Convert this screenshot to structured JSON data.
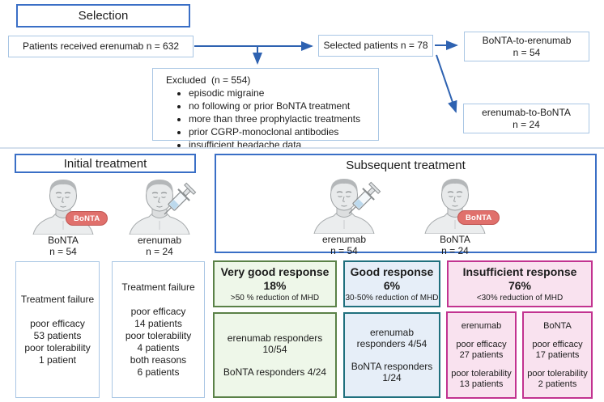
{
  "selection": {
    "title": "Selection",
    "patients_received": "Patients received erenumab n = 632",
    "selected": "Selected patients n = 78",
    "switch_groups": [
      {
        "line1": "BoNTA-to-erenumab",
        "line2": "n = 54"
      },
      {
        "line1": "erenumab-to-BoNTA",
        "line2": "n = 24"
      }
    ],
    "excluded": {
      "title": "Excluded  (n = 554)",
      "items": [
        "episodic migraine",
        "no following or prior BoNTA treatment",
        "more than three prophylactic treatments",
        "prior CGRP-monoclonal antibodies",
        "insufficient headache data"
      ]
    }
  },
  "initial": {
    "title": "Initial treatment",
    "groups": [
      {
        "icon": "patient-with-bonta-pill",
        "badge": "BoNTA",
        "name": "BoNTA",
        "n": "n = 54"
      },
      {
        "icon": "patient-with-syringe",
        "name": "erenumab",
        "n": "n = 24"
      }
    ],
    "failures": [
      {
        "title": "Treatment failure",
        "lines": [
          "poor efficacy",
          "53 patients",
          "poor tolerability",
          "1 patient"
        ]
      },
      {
        "title": "Treatment failure",
        "lines": [
          "poor efficacy",
          "14 patients",
          "poor tolerability",
          "4 patients",
          "both reasons",
          "6 patients"
        ]
      }
    ]
  },
  "subsequent": {
    "title": "Subsequent treatment",
    "groups": [
      {
        "icon": "patient-with-syringe",
        "name": "erenumab",
        "n": "n = 54"
      },
      {
        "icon": "patient-with-bonta-pill",
        "badge": "BoNTA",
        "name": "BoNTA",
        "n": "n = 24"
      }
    ],
    "responses": [
      {
        "title": "Very good response",
        "pct": "18%",
        "criteria": ">50 % reduction of MHD",
        "details": [
          "erenumab responders 10/54",
          "BoNTA responders 4/24"
        ],
        "border_color": "#5a8147",
        "fill_color": "#eef7e9"
      },
      {
        "title": "Good response",
        "pct": "6%",
        "criteria": "30-50% reduction of MHD",
        "details": [
          "erenumab responders 4/54",
          "BoNTA responders 1/24"
        ],
        "border_color": "#20707e",
        "fill_color": "#e6eef8"
      },
      {
        "title": "Insufficient response",
        "pct": "76%",
        "criteria": "<30% reduction of MHD",
        "subboxes": [
          {
            "name": "erenumab",
            "items": [
              "poor efficacy 27 patients",
              "poor tolerability 13 patients"
            ]
          },
          {
            "name": "BoNTA",
            "items": [
              "poor efficacy 17 patients",
              "poor tolerability 2 patients"
            ]
          }
        ],
        "border_color": "#c23390",
        "fill_color": "#f9e2ef"
      }
    ]
  },
  "colors": {
    "arrow": "#2e62b1",
    "strong_border": "#3a6fc6",
    "light_border": "#a9c6e4",
    "divider": "#d4dfec",
    "badge_red": "#e0706c"
  }
}
